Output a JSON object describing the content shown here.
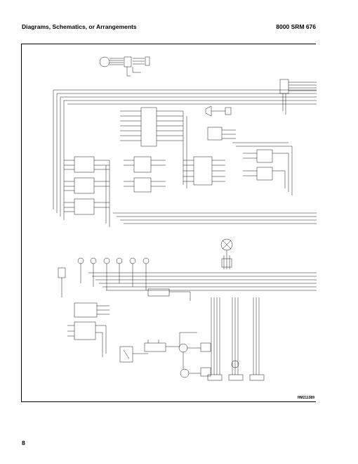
{
  "header": {
    "left_title": "Diagrams, Schematics, or Arrangements",
    "right_title": "8000 SRM 676"
  },
  "drawing_number": "HM211389",
  "page_number": "8"
}
